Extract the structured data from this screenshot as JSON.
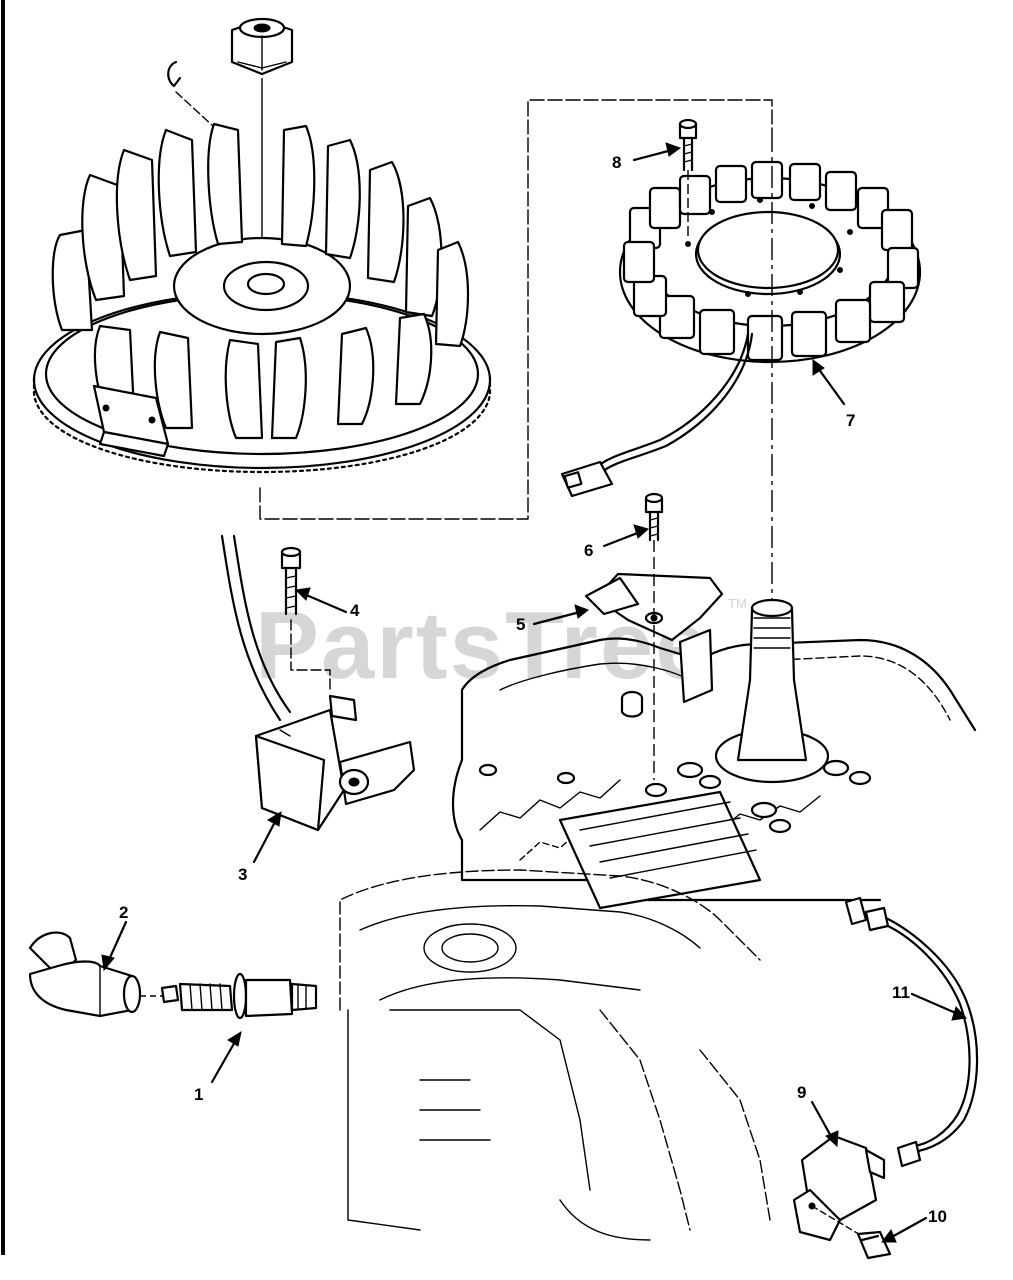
{
  "watermark": {
    "text": "PartsTree",
    "mark": "TM"
  },
  "callouts": [
    {
      "id": "1",
      "text": "1"
    },
    {
      "id": "2",
      "text": "2"
    },
    {
      "id": "3",
      "text": "3"
    },
    {
      "id": "4",
      "text": "4"
    },
    {
      "id": "5",
      "text": "5"
    },
    {
      "id": "6",
      "text": "6"
    },
    {
      "id": "7",
      "text": "7"
    },
    {
      "id": "8",
      "text": "8"
    },
    {
      "id": "9",
      "text": "9"
    },
    {
      "id": "10",
      "text": "10"
    },
    {
      "id": "11",
      "text": "11"
    }
  ],
  "colors": {
    "ink": "#000000",
    "paper": "#ffffff",
    "watermark": "#d6d6d6"
  }
}
